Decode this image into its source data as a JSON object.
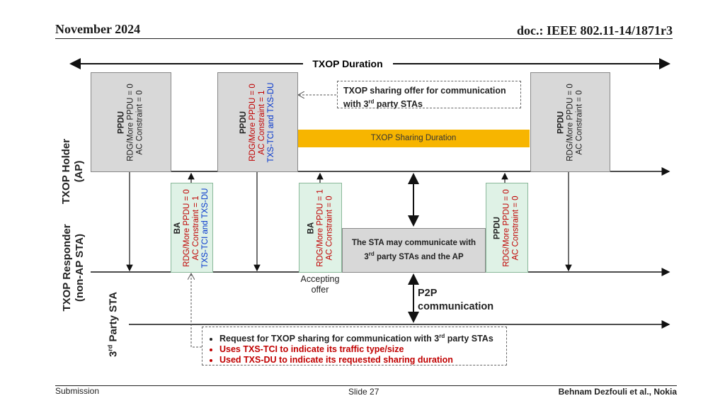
{
  "header": {
    "date": "November 2024",
    "doc": "doc.: IEEE 802.11-14/1871r3"
  },
  "footer": {
    "left": "Submission",
    "center": "Slide 27",
    "right": "Behnam Dezfouli et al., Nokia"
  },
  "diagram": {
    "txop_duration": "TXOP Duration",
    "rows": {
      "holder": [
        "TXOP Holder",
        "(AP)"
      ],
      "responder": [
        "TXOP Responder",
        "(non-AP STA)"
      ],
      "third_party": {
        "prefix": "3",
        "sup": "rd",
        "suffix": " Party STA"
      }
    },
    "frames": {
      "ppdu1": {
        "title": "PPDU",
        "line1": "RDG/More PPDU = 0",
        "line2": "AC Constraint = 0"
      },
      "ppdu2": {
        "title": "PPDU",
        "line1": "RDG/More PPDU = 0",
        "line2": "AC Constraint = 1",
        "line3": "TXS-TCI and TXS-DU"
      },
      "ba1": {
        "title": "BA",
        "line1": "RDG/More PPDU = 0",
        "line2": "AC Constraint = 1",
        "line3": "TXS-TCI and TXS-DU"
      },
      "ba2": {
        "title": "BA",
        "line1": "RDG/More PPDU = 1",
        "line2": "AC Constraint = 0"
      },
      "ppdu3": {
        "title": "PPDU",
        "line1": "RDG/More PPDU = 0",
        "line2": "AC Constraint = 0"
      },
      "ppdu4": {
        "title": "PPDU",
        "line1": "RDG/More PPDU = 0",
        "line2": "AC Constraint = 0"
      }
    },
    "sharing_duration": "TXOP Sharing Duration",
    "offer": {
      "line1": "TXOP sharing offer for communication",
      "line2_prefix": "with 3",
      "line2_sup": "rd",
      "line2_suffix": " party STAs"
    },
    "sta_box": {
      "line1": "The STA may communicate with",
      "line2_prefix": "3",
      "line2_sup": "rd",
      "line2_suffix": " party STAs and the AP"
    },
    "accepting": [
      "Accepting",
      "offer"
    ],
    "p2p": [
      "P2P",
      "communication"
    ],
    "request": {
      "item1_prefix": "Request for TXOP sharing for communication with  3",
      "item1_sup": "rd",
      "item1_suffix": " party STAs",
      "item2": "Uses TXS-TCI to indicate its traffic type/size",
      "item3": "Used TXS-DU to indicate its requested sharing duration"
    },
    "colors": {
      "sharing_bar": "#f7b500",
      "red_text": "#c00000",
      "blue_text": "#0033cc",
      "ppdu_gray": "#d8d8d8",
      "ba_green": "#dff2e6"
    }
  }
}
